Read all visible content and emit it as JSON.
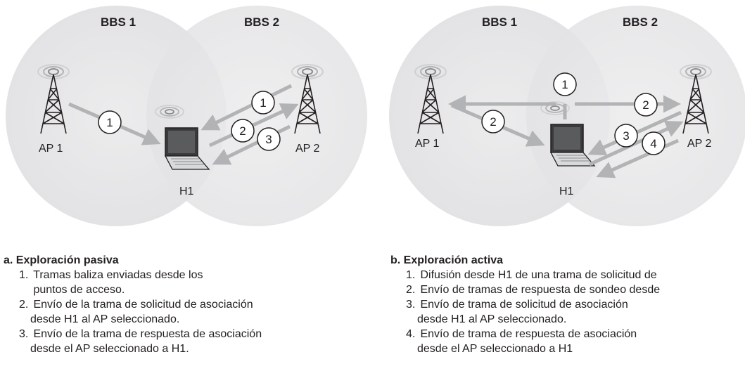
{
  "panels": [
    {
      "id": "a",
      "bss1_label": "BBS 1",
      "bss2_label": "BBS 2",
      "ap1_label": "AP 1",
      "ap2_label": "AP 2",
      "host_label": "H1",
      "markers": [
        "1",
        "2",
        "3"
      ],
      "caption_title": "a. Exploración pasiva",
      "steps": [
        {
          "num": "1.",
          "line1": "Tramas baliza enviadas desde los",
          "line2": " puntos de acceso."
        },
        {
          "num": "2.",
          "line1": "Envío de la trama de solicitud de asociación",
          "line2": "desde H1 al AP seleccionado."
        },
        {
          "num": "3.",
          "line1": "Envío de la trama de respuesta de asociación",
          "line2": "desde el AP seleccionado a H1."
        }
      ]
    },
    {
      "id": "b",
      "bss1_label": "BBS 1",
      "bss2_label": "BBS 2",
      "ap1_label": "AP 1",
      "ap2_label": "AP 2",
      "host_label": "H1",
      "markers": [
        "1",
        "2",
        "2",
        "3",
        "4"
      ],
      "caption_title": "b. Exploración activa",
      "steps": [
        {
          "num": "1.",
          "line1": "Difusión desde H1 de una trama de solicitud de",
          "line2": ""
        },
        {
          "num": "2.",
          "line1": "Envío de tramas de respuesta de sondeo desde",
          "line2": ""
        },
        {
          "num": "3.",
          "line1": "Envío de trama de solicitud de asociación",
          "line2": "desde H1 al AP seleccionado."
        },
        {
          "num": "4.",
          "line1": "Envío de trama de respuesta de asociación",
          "line2": "desde el AP seleccionado a H1"
        }
      ]
    }
  ],
  "colors": {
    "circle_fill": "#e9e9ea",
    "overlap_fill": "#dcdcde",
    "arrow": "#b2b3b5",
    "tower": "#231f20",
    "marker_fill": "#ffffff"
  }
}
